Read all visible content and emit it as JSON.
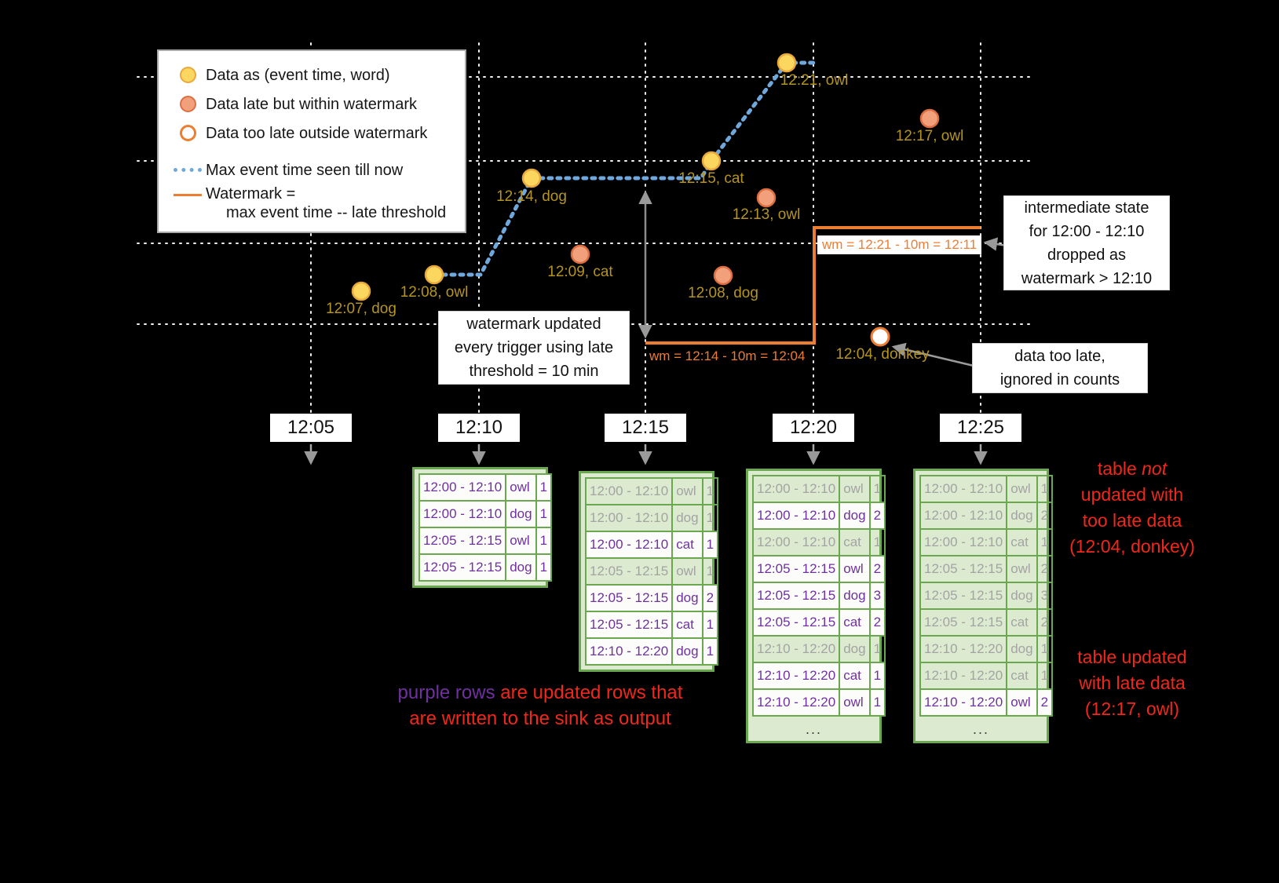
{
  "legend": {
    "items": [
      "Data as (event time, word)",
      "Data late but within watermark",
      "Data too late outside watermark",
      "Max event time seen till now"
    ],
    "wm_line1": "Watermark =",
    "wm_line2": "max event time -- late threshold"
  },
  "points": [
    {
      "label": "12:07, dog",
      "type": "on-time"
    },
    {
      "label": "12:08, owl",
      "type": "on-time"
    },
    {
      "label": "12:14, dog",
      "type": "on-time"
    },
    {
      "label": "12:15, cat",
      "type": "on-time"
    },
    {
      "label": "12:21, owl",
      "type": "on-time"
    },
    {
      "label": "12:09, cat",
      "type": "late-within-watermark"
    },
    {
      "label": "12:13, owl",
      "type": "late-within-watermark"
    },
    {
      "label": "12:08, dog",
      "type": "late-within-watermark"
    },
    {
      "label": "12:17, owl",
      "type": "late-within-watermark"
    },
    {
      "label": "12:04, donkey",
      "type": "too-late"
    }
  ],
  "watermarks": [
    "wm = 12:14 - 10m = 12:04",
    "wm = 12:21 - 10m = 12:11"
  ],
  "callouts": {
    "trigger": {
      "lines": [
        "watermark updated",
        "every trigger using late",
        "threshold = 10 min"
      ]
    },
    "dropped": {
      "lines": [
        "intermediate state",
        "for 12:00 - 12:10",
        "dropped as",
        "watermark > 12:10"
      ]
    },
    "too_late": {
      "lines": [
        "data too late,",
        "ignored in counts"
      ]
    }
  },
  "axis_ticks": [
    "12:05",
    "12:10",
    "12:15",
    "12:20",
    "12:25"
  ],
  "tables": [
    {
      "trigger": "12:10",
      "rows": [
        {
          "window": "12:00 - 12:10",
          "word": "owl",
          "count": "1",
          "updated": true
        },
        {
          "window": "12:00 - 12:10",
          "word": "dog",
          "count": "1",
          "updated": true
        },
        {
          "window": "12:05 - 12:15",
          "word": "owl",
          "count": "1",
          "updated": true
        },
        {
          "window": "12:05 - 12:15",
          "word": "dog",
          "count": "1",
          "updated": true
        }
      ]
    },
    {
      "trigger": "12:15",
      "rows": [
        {
          "window": "12:00 - 12:10",
          "word": "owl",
          "count": "1",
          "updated": false
        },
        {
          "window": "12:00 - 12:10",
          "word": "dog",
          "count": "1",
          "updated": false
        },
        {
          "window": "12:00 - 12:10",
          "word": "cat",
          "count": "1",
          "updated": true
        },
        {
          "window": "12:05 - 12:15",
          "word": "owl",
          "count": "1",
          "updated": false
        },
        {
          "window": "12:05 - 12:15",
          "word": "dog",
          "count": "2",
          "updated": true
        },
        {
          "window": "12:05 - 12:15",
          "word": "cat",
          "count": "1",
          "updated": true
        },
        {
          "window": "12:10 - 12:20",
          "word": "dog",
          "count": "1",
          "updated": true
        }
      ]
    },
    {
      "trigger": "12:20",
      "ellipsis": "...",
      "rows": [
        {
          "window": "12:00 - 12:10",
          "word": "owl",
          "count": "1",
          "updated": false
        },
        {
          "window": "12:00 - 12:10",
          "word": "dog",
          "count": "2",
          "updated": true
        },
        {
          "window": "12:00 - 12:10",
          "word": "cat",
          "count": "1",
          "updated": false
        },
        {
          "window": "12:05 - 12:15",
          "word": "owl",
          "count": "2",
          "updated": true
        },
        {
          "window": "12:05 - 12:15",
          "word": "dog",
          "count": "3",
          "updated": true
        },
        {
          "window": "12:05 - 12:15",
          "word": "cat",
          "count": "2",
          "updated": true
        },
        {
          "window": "12:10 - 12:20",
          "word": "dog",
          "count": "1",
          "updated": false
        },
        {
          "window": "12:10 - 12:20",
          "word": "cat",
          "count": "1",
          "updated": true
        },
        {
          "window": "12:10 - 12:20",
          "word": "owl",
          "count": "1",
          "updated": true
        }
      ]
    },
    {
      "trigger": "12:25",
      "ellipsis": "...",
      "rows": [
        {
          "window": "12:00 - 12:10",
          "word": "owl",
          "count": "1",
          "updated": false
        },
        {
          "window": "12:00 - 12:10",
          "word": "dog",
          "count": "2",
          "updated": false
        },
        {
          "window": "12:00 - 12:10",
          "word": "cat",
          "count": "1",
          "updated": false
        },
        {
          "window": "12:05 - 12:15",
          "word": "owl",
          "count": "2",
          "updated": false
        },
        {
          "window": "12:05 - 12:15",
          "word": "dog",
          "count": "3",
          "updated": false
        },
        {
          "window": "12:05 - 12:15",
          "word": "cat",
          "count": "2",
          "updated": false
        },
        {
          "window": "12:10 - 12:20",
          "word": "dog",
          "count": "1",
          "updated": false
        },
        {
          "window": "12:10 - 12:20",
          "word": "cat",
          "count": "1",
          "updated": false
        },
        {
          "window": "12:10 - 12:20",
          "word": "owl",
          "count": "2",
          "updated": true
        }
      ]
    }
  ],
  "notes": {
    "purple": {
      "highlight": "purple rows",
      "line1_rest": " are updated rows that",
      "line2": "are written to the sink as output"
    },
    "not_updated": {
      "line1_prefix": "table ",
      "line1_italic": "not",
      "lines": [
        "updated with",
        "too late data",
        "(12:04, donkey)"
      ]
    },
    "updated": {
      "lines": [
        "table updated",
        "with late data",
        "(12:17, owl)"
      ]
    }
  },
  "colors": {
    "on_time_point": "#fcd75f",
    "late_point": "#f2a07c",
    "too_late_ring": "#ed7d31",
    "max_event_time_line": "#6fa8dc",
    "watermark_line": "#ed7d31",
    "table_green": "#6aa84f",
    "updated_purple": "#7030a0",
    "note_red": "#f0271c",
    "event_label_gold": "#b5941f"
  }
}
